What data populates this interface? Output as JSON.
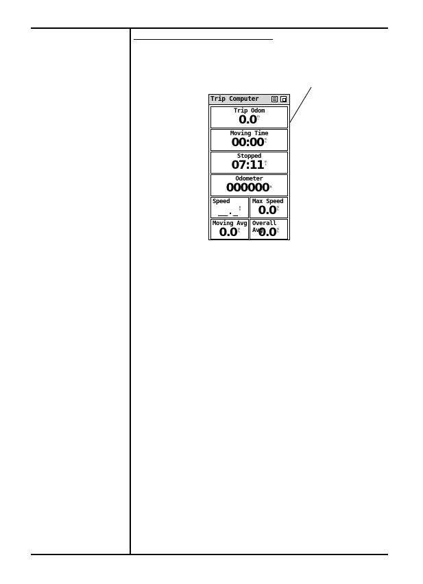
{
  "device": {
    "page_title": "Trip Computer",
    "icons": [
      "menu-icon",
      "page-toggle-icon"
    ],
    "fields": [
      {
        "label": "Trip Odom",
        "value": "0.0",
        "unit": "mi"
      },
      {
        "label": "Moving Time",
        "value": "00:00",
        "unit": "ms"
      },
      {
        "label": "Stopped",
        "value": "07:11",
        "unit": "ms"
      },
      {
        "label": "Odometer",
        "value": "000000",
        "unit": "ft"
      },
      {
        "label": "Speed",
        "value": "__._",
        "unit": "mh"
      },
      {
        "label": "Max Speed",
        "value": "0.0",
        "unit": "mh"
      },
      {
        "label": "Moving Avg",
        "value": "0.0",
        "unit": "mh"
      },
      {
        "label": "Overall Avg",
        "value": "0.0",
        "unit": "mh"
      }
    ]
  },
  "colors": {
    "titlebar_bg": "#d6d6d6",
    "ink": "#000000",
    "paper": "#ffffff"
  }
}
